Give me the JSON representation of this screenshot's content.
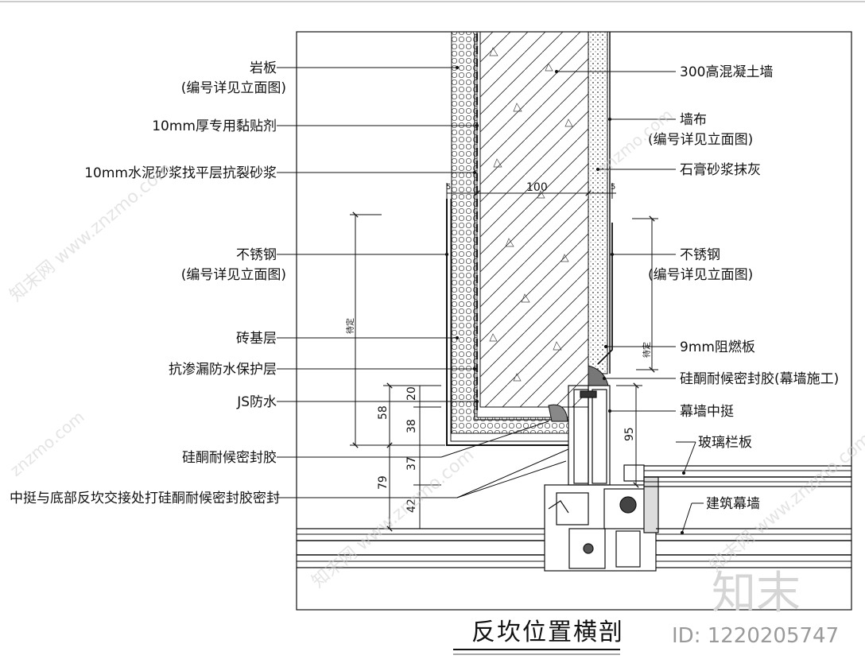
{
  "drawing": {
    "title": "反坎位置横剖",
    "id_text": "ID: 1220205747",
    "logo_text": "知末",
    "watermarks": [
      "知末网 www.znzmo.com",
      "znzmo.com",
      "知末网 www.znzmo.com",
      "znzmo.com",
      "知末网 www.znzmo.com"
    ]
  },
  "labels_left": [
    {
      "line1": "岩板",
      "line2": "(编号详见立面图)"
    },
    {
      "line1": "10mm厚专用黏贴剂",
      "line2": ""
    },
    {
      "line1": "10mm水泥砂浆找平层抗裂砂浆",
      "line2": ""
    },
    {
      "line1": "不锈钢",
      "line2": "(编号详见立面图)"
    },
    {
      "line1": "砖基层",
      "line2": ""
    },
    {
      "line1": "抗渗漏防水保护层",
      "line2": ""
    },
    {
      "line1": "JS防水",
      "line2": ""
    },
    {
      "line1": "硅酮耐候密封胶",
      "line2": ""
    },
    {
      "line1": "中挺与底部反坎交接处打硅酮耐候密封胶密封",
      "line2": ""
    }
  ],
  "labels_right": [
    {
      "line1": "300高混凝土墙",
      "line2": ""
    },
    {
      "line1": "墙布",
      "line2": "(编号详见立面图)"
    },
    {
      "line1": "石膏砂浆抹灰",
      "line2": ""
    },
    {
      "line1": "不锈钢",
      "line2": "(编号详见立面图)"
    },
    {
      "line1": "9mm阻燃板",
      "line2": ""
    },
    {
      "line1": "硅酮耐候密封胶(幕墙施工)",
      "line2": ""
    },
    {
      "line1": "幕墙中挺",
      "line2": ""
    },
    {
      "line1": "玻璃栏板",
      "line2": ""
    },
    {
      "line1": "建筑幕墙",
      "line2": ""
    }
  ],
  "dimensions": {
    "wall_width": "100",
    "gap_left": "5",
    "gap_right": "5",
    "left_a": "58",
    "left_b": "20",
    "left_c": "38",
    "left_d": "79",
    "left_e": "37",
    "left_f": "42",
    "right_a": "95",
    "vert_note_left": "待定",
    "vert_note_right": "待定"
  }
}
